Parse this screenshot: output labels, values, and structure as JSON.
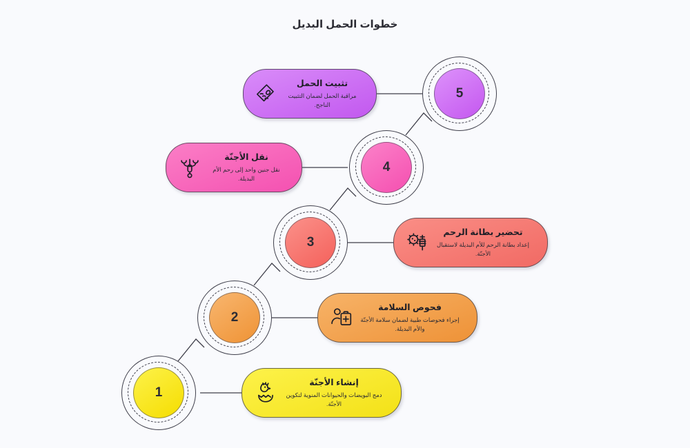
{
  "title": "خطوات الحمل البديل",
  "background_color": "#f9fafd",
  "line_color": "#3e3e4a",
  "steps": [
    {
      "number": "1",
      "title": "إنشاء الأجنّة",
      "description": "دمج البويضات والحيوانات المنوية لتكوين الأجنّة.",
      "icon": "hatching-chick-icon",
      "color": "#f7e520",
      "color_light": "#fdf24a",
      "circle_color": "#f7e520"
    },
    {
      "number": "2",
      "title": "فحوص السلامة",
      "description": "إجراء فحوصات طبية لضمان سلامة الأجنّة والأم البديلة.",
      "icon": "patient-clipboard-icon",
      "color": "#f09a42",
      "color_light": "#f7b368",
      "circle_color": "#f4a24c"
    },
    {
      "number": "3",
      "title": "تحضير بطانة الرحم",
      "description": "إعداد بطانة الرحم للأم البديلة لاستقبال الأجنّة.",
      "icon": "cell-syringe-icon",
      "color": "#f3736e",
      "color_light": "#fa8e86",
      "circle_color": "#f8726c"
    },
    {
      "number": "4",
      "title": "نقل الأجنّة",
      "description": "نقل جنين واحد إلى رحم الأم البديلة.",
      "icon": "embryo-transfer-icon",
      "color": "#f75cb4",
      "color_light": "#fb7ec6",
      "circle_color": "#f763bb"
    },
    {
      "number": "5",
      "title": "تثبيت الحمل",
      "description": "مراقبة الحمل لضمان التثبيت الناجح.",
      "icon": "ultrasound-scan-icon",
      "color": "#c96cf5",
      "color_light": "#d98cf9",
      "circle_color": "#d073f2"
    }
  ]
}
